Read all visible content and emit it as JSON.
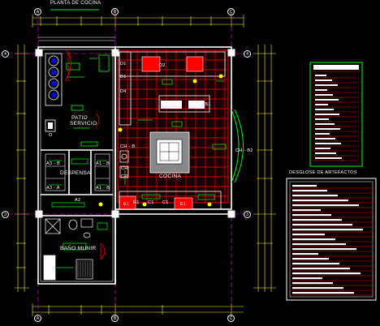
{
  "plan_title": "PLANTA DE COCINA",
  "grid_columns": [
    "A",
    "B",
    "C"
  ],
  "grid_rows": [
    "4",
    "3"
  ],
  "rooms": {
    "patio": "PATIO",
    "servicio": "SERVICIO",
    "despensa": "DESPENSA",
    "bano": "BAÑO MUNIR",
    "cocina": "COCINA"
  },
  "fixture_tags": [
    "D1",
    "D1",
    "D2",
    "D3",
    "D3",
    "D4",
    "CH - B1",
    "CH - B2",
    "CH",
    "CR",
    "E1",
    "E1",
    "R1",
    "C1",
    "C1",
    "CH - B",
    "A3 - B",
    "A3 - A",
    "A1 - B",
    "A1 - B",
    "A2",
    "O"
  ],
  "table_title": "DESGLOSE DE ARTEFACTOS",
  "colors": {
    "background": "#000000",
    "wall": "#ffffff",
    "floor_grid": "#ff0000",
    "fixture": "#ff0000",
    "furniture": "#00ff00",
    "dimension": "#ffff00",
    "axis": "#ff00ff"
  }
}
